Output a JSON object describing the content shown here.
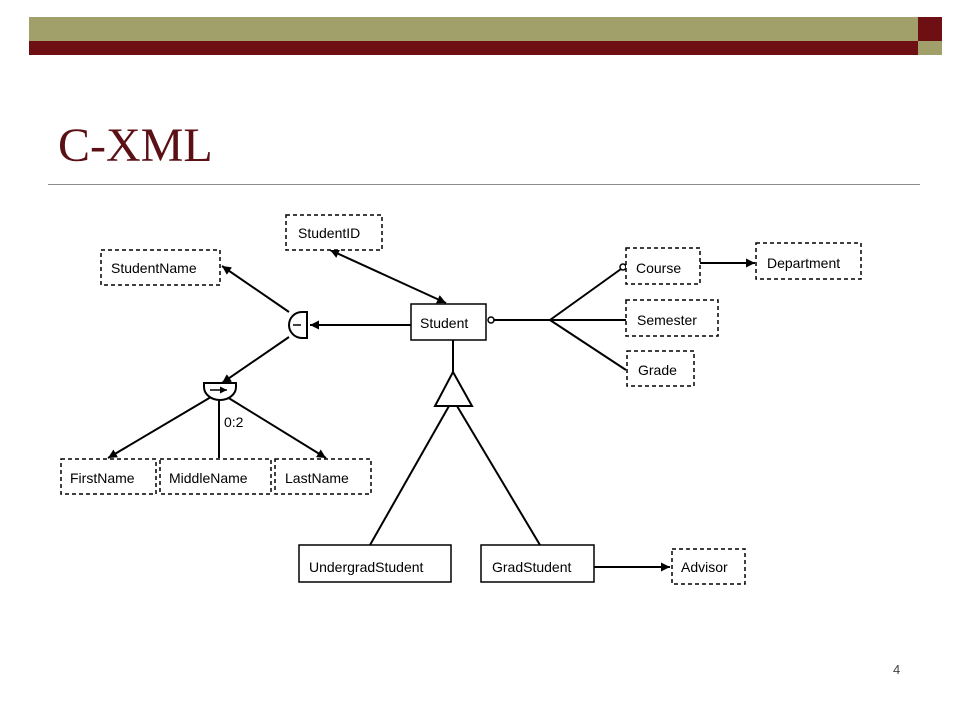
{
  "slide": {
    "title": "C-XML",
    "page_number": "4"
  },
  "theme": {
    "band_top_color": "#a2a06a",
    "band_bottom_color": "#6e0f14",
    "square_top_color": "#6e0f14",
    "square_bottom_color": "#a2a06a",
    "title_color": "#5a1014"
  },
  "diagram": {
    "nodes": {
      "student_id": "StudentID",
      "student_name": "StudentName",
      "student": "Student",
      "course": "Course",
      "department": "Department",
      "semester": "Semester",
      "grade": "Grade",
      "first_name": "FirstName",
      "middle_name": "MiddleName",
      "last_name": "LastName",
      "undergrad_student": "UndergradStudent",
      "grad_student": "GradStudent",
      "advisor": "Advisor"
    },
    "cardinality_label": "0:2"
  }
}
